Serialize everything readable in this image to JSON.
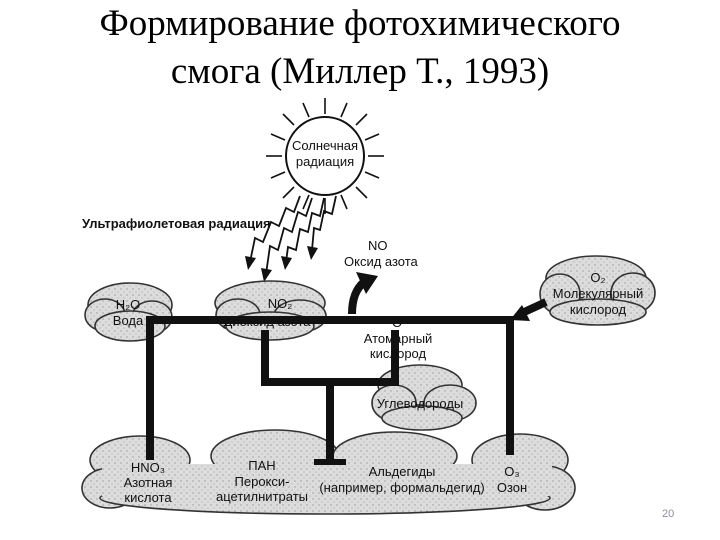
{
  "slide": {
    "title_line1": "Формирование фотохимического",
    "title_line2": "смога (Миллер Т., 1993)",
    "page_number": "20"
  },
  "diagram": {
    "sun": {
      "line1": "Солнечная",
      "line2": "радиация"
    },
    "uv_label": "Ультрафиолетовая радиация",
    "no": {
      "formula": "NO",
      "name": "Оксид азота"
    },
    "h2o": {
      "formula": "H₂O",
      "name": "Вода"
    },
    "no2": {
      "formula": "NO₂",
      "name": "Диоксид азота"
    },
    "o": {
      "formula": "O",
      "line1": "Атомарный",
      "line2": "кислород"
    },
    "o2": {
      "formula": "O₂",
      "line1": "Молекулярный",
      "line2": "кислород"
    },
    "hydrocarbons": "Углеводороды",
    "hno3": {
      "formula": "HNO₃",
      "line1": "Азотная",
      "line2": "кислота"
    },
    "pan": {
      "formula": "ПАН",
      "line1": "Перокси-",
      "line2": "ацетилнитраты"
    },
    "aldehydes": {
      "line1": "Альдегиды",
      "line2": "(например, формальдегид)"
    },
    "o3": {
      "formula": "O₃",
      "name": "Озон"
    }
  },
  "colors": {
    "ink": "#111111",
    "cloud_fill": "#d9d9d9",
    "cloud_stroke": "#333333",
    "page_number": "#8a8fa0"
  }
}
